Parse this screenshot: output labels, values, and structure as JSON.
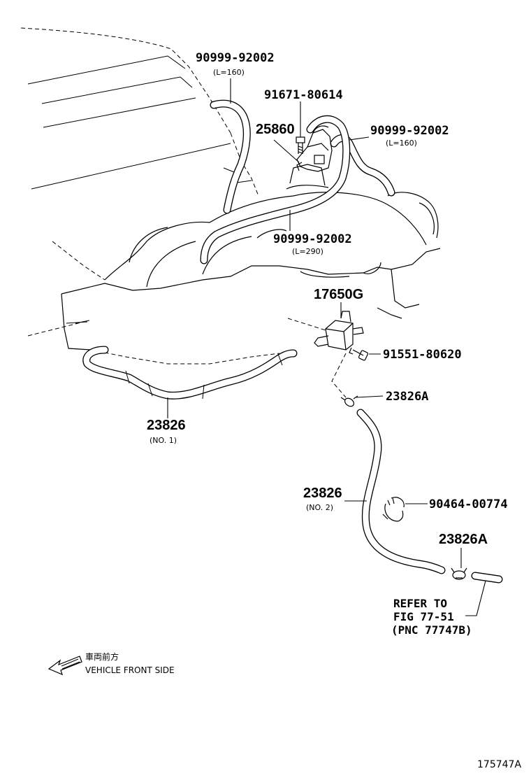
{
  "parts": [
    {
      "id": "hose-top-left",
      "number": "90999-92002",
      "note": "(L=160)"
    },
    {
      "id": "bolt-top",
      "number": "91671-80614"
    },
    {
      "id": "bracket",
      "number": "25860"
    },
    {
      "id": "hose-top-right",
      "number": "90999-92002",
      "note": "(L=160)"
    },
    {
      "id": "hose-middle",
      "number": "90999-92002",
      "note": "(L=290)"
    },
    {
      "id": "vsv",
      "number": "17650G"
    },
    {
      "id": "bolt-vsv",
      "number": "91551-80620"
    },
    {
      "id": "clamp-upper",
      "number": "23826A"
    },
    {
      "id": "hose-no1",
      "number": "23826",
      "note": "(NO. 1)"
    },
    {
      "id": "hose-no2",
      "number": "23826",
      "note": "(NO. 2)"
    },
    {
      "id": "clip",
      "number": "90464-00774"
    },
    {
      "id": "clamp-lower",
      "number": "23826A"
    }
  ],
  "reference": {
    "line1": "REFER TO",
    "line2": "FIG 77-51",
    "line3": "(PNC 77747B)"
  },
  "legend": {
    "japanese": "車両前方",
    "english": "VEHICLE FRONT SIDE"
  },
  "figure_code": "175747A"
}
